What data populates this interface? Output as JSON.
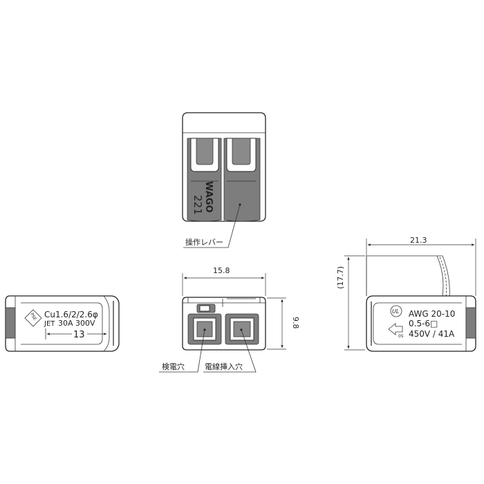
{
  "top_view": {
    "brand": "WAGO",
    "model": "221",
    "lever_label": "操作レバー"
  },
  "left_view": {
    "cert_mark": "PSE",
    "wire_spec": "Cu1.6/2/2.6φ",
    "jet_label": "JET",
    "rating": "30A 300V",
    "strip_length": "13"
  },
  "front_view": {
    "width_dim": "15.8",
    "height_dim": "9.8",
    "test_hole_label": "検電穴",
    "wire_hole_label": "電線挿入穴"
  },
  "right_view": {
    "length_dim": "21.3",
    "total_height_dim": "(17.7)",
    "ul_mark": "UL",
    "awg": "AWG 20-10",
    "cross_section": "0.5-6□",
    "rating": "450V / 41A",
    "ce_mark": "05"
  }
}
